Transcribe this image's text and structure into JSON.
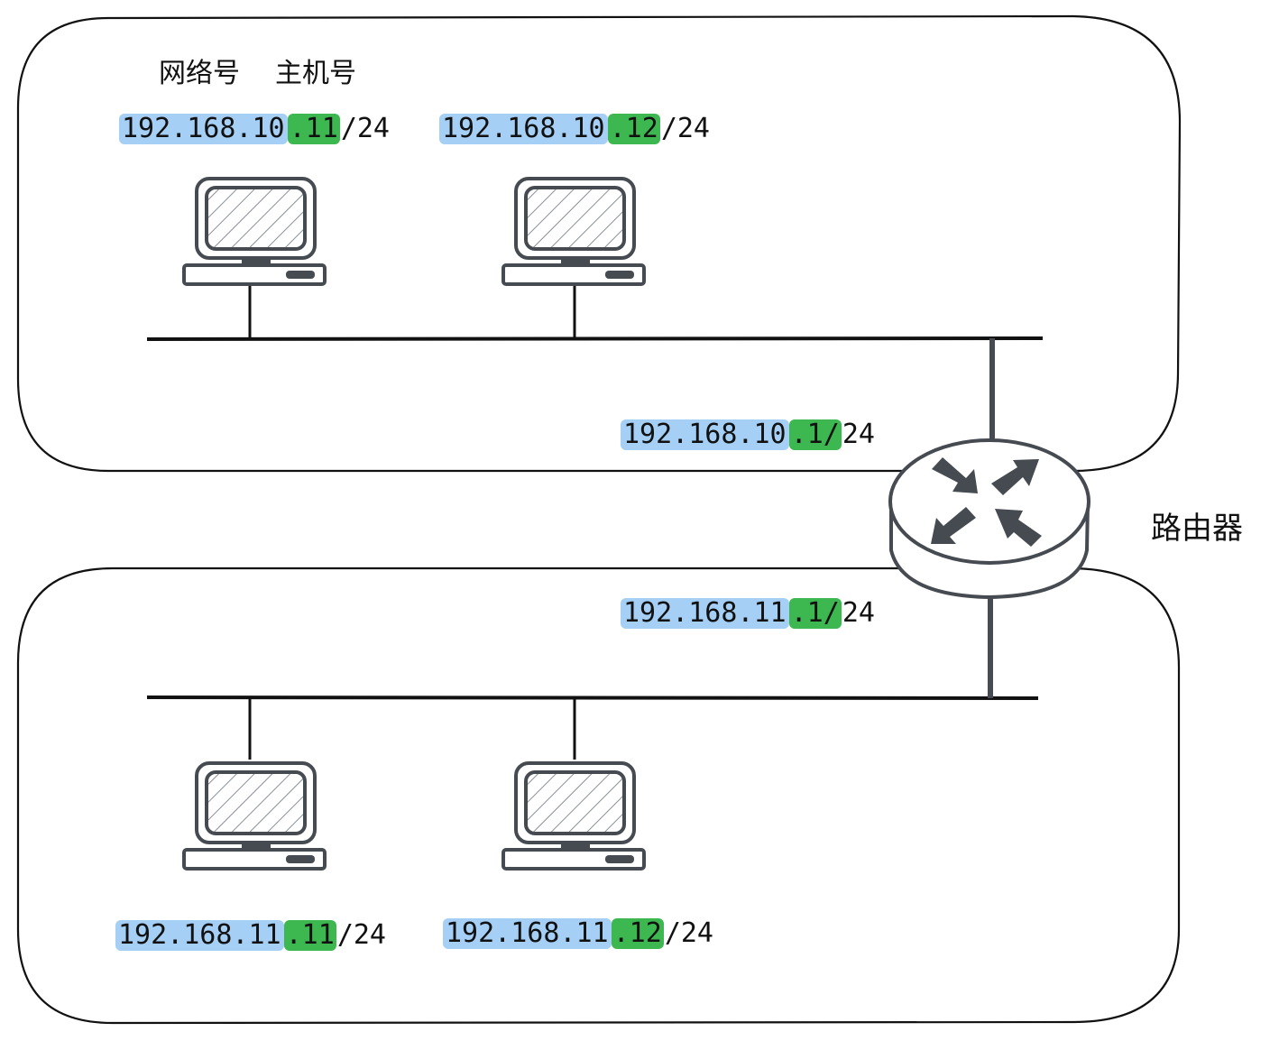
{
  "legend": {
    "network_label": "网络号",
    "host_label": "主机号"
  },
  "router": {
    "label": "路由器",
    "icon": "router-icon",
    "interfaces": [
      {
        "network": "192.168.10",
        "host": ".1/",
        "mask": "24"
      },
      {
        "network": "192.168.11",
        "host": ".1/",
        "mask": "24"
      }
    ]
  },
  "subnets": [
    {
      "name": "subnet-top",
      "hosts": [
        {
          "network": "192.168.10",
          "host": ".11",
          "mask": "/24",
          "icon": "computer-icon"
        },
        {
          "network": "192.168.10",
          "host": ".12",
          "mask": "/24",
          "icon": "computer-icon"
        }
      ]
    },
    {
      "name": "subnet-bottom",
      "hosts": [
        {
          "network": "192.168.11",
          "host": ".11",
          "mask": "/24",
          "icon": "computer-icon"
        },
        {
          "network": "192.168.11",
          "host": ".12",
          "mask": "/24",
          "icon": "computer-icon"
        }
      ]
    }
  ],
  "colors": {
    "network_highlight": "#a5cff5",
    "host_highlight": "#3db851",
    "device_stroke": "#464b52"
  }
}
